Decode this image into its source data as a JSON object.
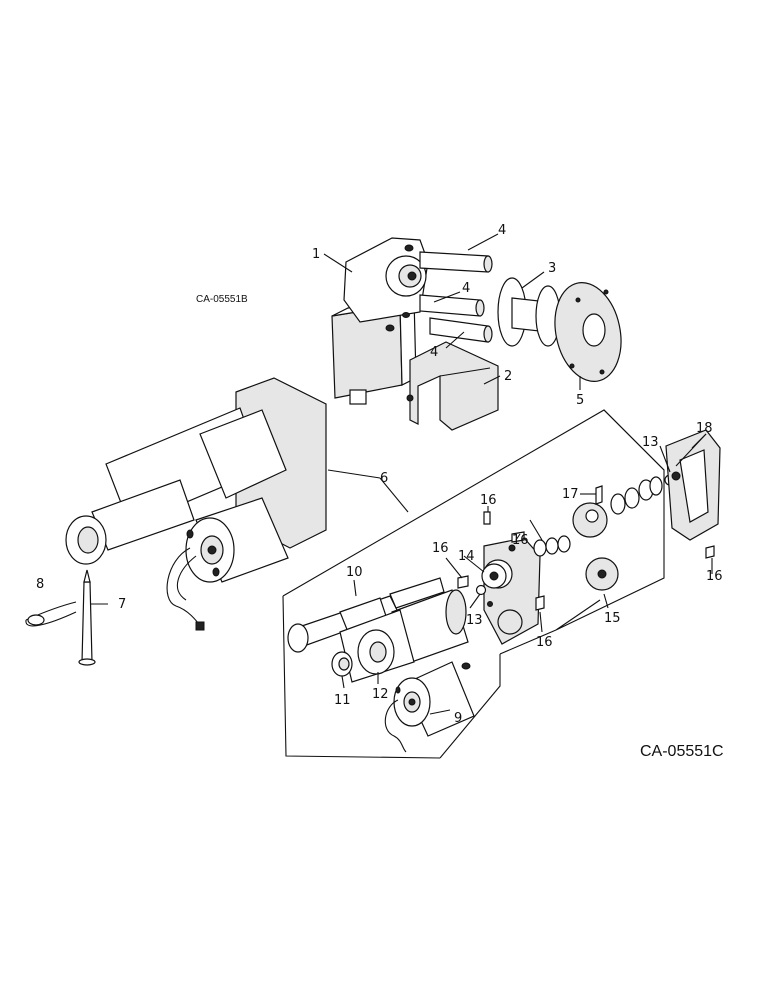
{
  "drawing_codes": {
    "upper": "CA-05551B",
    "lower": "CA-05551C"
  },
  "callouts": {
    "c1": "1",
    "c2": "2",
    "c3": "3",
    "c4a": "4",
    "c4b": "4",
    "c4c": "4",
    "c5": "5",
    "c6": "6",
    "c7": "7",
    "c8": "8",
    "c9": "9",
    "c10": "10",
    "c11": "11",
    "c12": "12",
    "c13a": "13",
    "c13b": "13",
    "c14": "14",
    "c15": "15",
    "c16a": "16",
    "c16b": "16",
    "c16c": "16",
    "c16d": "16",
    "c16e": "16",
    "c17": "17",
    "c18": "18"
  }
}
